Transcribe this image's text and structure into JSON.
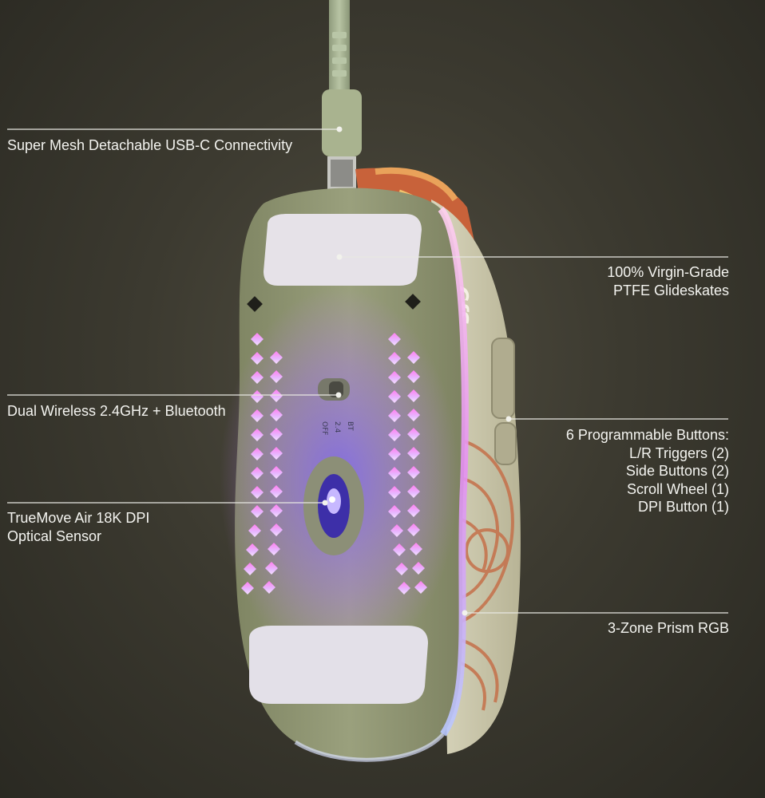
{
  "callouts": {
    "usb": {
      "lines": [
        "Super Mesh Detachable USB-C Connectivity"
      ]
    },
    "skates": {
      "lines": [
        "100% Virgin-Grade",
        "PTFE Glideskates"
      ]
    },
    "wireless": {
      "lines": [
        "Dual Wireless 2.4GHz + Bluetooth"
      ]
    },
    "buttons": {
      "lines": [
        "6 Programmable Buttons:",
        "L/R Triggers (2)",
        "Side Buttons (2)",
        "Scroll Wheel (1)",
        "DPI Button (1)"
      ]
    },
    "sensor": {
      "lines": [
        "TrueMove Air 18K DPI",
        "Optical Sensor"
      ]
    },
    "rgb": {
      "lines": [
        "3-Zone Prism RGB"
      ]
    }
  },
  "mouse": {
    "side_logo_text": "CfS",
    "colors": {
      "shell": "#8f9674",
      "shell_light": "#c9c7a8",
      "skate": "#e6e2e8",
      "rgb_glow": "#d86ee8",
      "sensor_glow": "#6e4df0",
      "cable": "#a7b493",
      "art_orange": "#c8623a"
    }
  }
}
